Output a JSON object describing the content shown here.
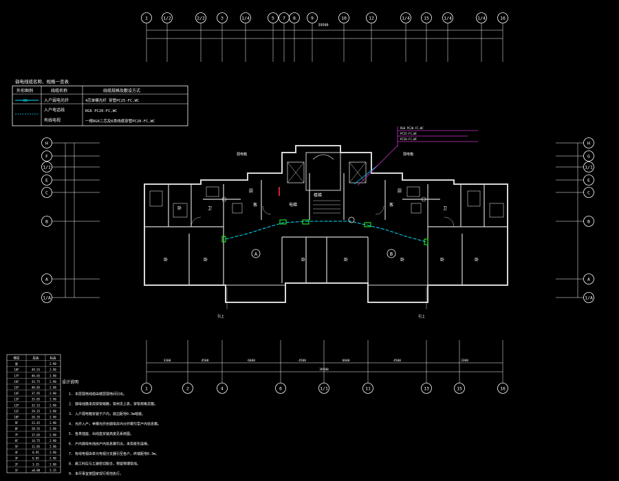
{
  "colors": {
    "background": "#000000",
    "line": "#ffffff",
    "wall": "#d8d8d8",
    "cyan": "#00e5ff",
    "green": "#22dd22",
    "magenta": "#cc33cc",
    "red": "#ff3333",
    "grey": "#9a9a9a"
  },
  "grid": {
    "top_axes": [
      "1",
      "1/2",
      "2/2",
      "3",
      "1/4",
      "5",
      "7",
      "8",
      "9",
      "10",
      "12",
      "1/4",
      "15",
      "1/4",
      "1/4",
      "16"
    ],
    "top_dimension_total": "39500",
    "bottom_axes": [
      "1",
      "2",
      "4",
      "6",
      "1/1",
      "11",
      "13",
      "15",
      "16"
    ],
    "bottom_segments": [
      "3300",
      "4500",
      "6600",
      "4500",
      "6600",
      "4500",
      "3300"
    ],
    "bottom_total": "39500",
    "left_axes": [
      "H",
      "F",
      "1/1",
      "E",
      "C",
      "B",
      "A",
      "1/A"
    ],
    "right_axes": [
      "H",
      "G",
      "1/1",
      "E",
      "C",
      "B",
      "A",
      "1/A"
    ]
  },
  "legend": {
    "title": "弱电线缆名称、规格一览表",
    "headers": [
      "外形图例",
      "线缆名称",
      "线缆规格及敷设方式"
    ],
    "rows": [
      {
        "symbol": "DD",
        "name": "入户弱电光纤",
        "spec": "4芯单模光纤 穿管PC25-FC,WC"
      },
      {
        "symbol": "",
        "name": "入户电话线",
        "spec": "RG6 PC20-FC,WC"
      },
      {
        "symbol": "",
        "name": "有线电视",
        "spec": "一根RG6二芯及6类线缆穿管PC20-FC,WC"
      }
    ]
  },
  "plan": {
    "unit_a": "A",
    "unit_b": "B",
    "room_labels": [
      "卧",
      "卧",
      "客",
      "卧",
      "卧",
      "卧",
      "卧",
      "客",
      "卧",
      "卧",
      "厨",
      "厨",
      "卫",
      "卫",
      "电梯",
      "楼梯"
    ],
    "annotations": [
      "弱电箱",
      "弱电箱",
      "引上",
      "引上"
    ]
  },
  "floor_table": {
    "headers": [
      "楼层",
      "层高",
      "标高"
    ],
    "rows": [
      [
        "屋",
        "",
        "2.90"
      ],
      [
        "18F",
        "49.55",
        "2.90"
      ],
      [
        "17F",
        "46.65",
        "2.90"
      ],
      [
        "16F",
        "43.75",
        "2.90"
      ],
      [
        "15F",
        "40.85",
        "2.90"
      ],
      [
        "14F",
        "37.95",
        "2.90"
      ],
      [
        "13F",
        "35.05",
        "2.90"
      ],
      [
        "12F",
        "32.15",
        "2.90"
      ],
      [
        "11F",
        "29.25",
        "2.90"
      ],
      [
        "10F",
        "26.35",
        "2.90"
      ],
      [
        "9F",
        "23.45",
        "2.90"
      ],
      [
        "8F",
        "20.55",
        "2.90"
      ],
      [
        "7F",
        "17.65",
        "2.90"
      ],
      [
        "6F",
        "14.75",
        "2.90"
      ],
      [
        "5F",
        "11.85",
        "2.90"
      ],
      [
        "4F",
        "8.95",
        "2.90"
      ],
      [
        "3F",
        "6.05",
        "2.90"
      ],
      [
        "2F",
        "3.15",
        "2.90"
      ],
      [
        "1F",
        "±0.00",
        "3.15"
      ]
    ]
  },
  "notes": {
    "title": "设计说明",
    "items": [
      "1. 本层弱电线缆由楼层弱电间引出。",
      "2. 弱电线路采用穿管暗敷，管材见上表，穿管规格见图。",
      "3. 入户弱电箱安装于户内，底边距地0.3m暗装。",
      "4. 光纤入户，单模光纤由弱电井内分纤箱引至户内信息箱。",
      "5. 各类插座、出线盒安装高度见系统图。",
      "6. 户内弱电布线由户内信息箱引出，采用星形连接。",
      "7. 有线电视由单元电视分支器引至各户，终端距地0.3m。",
      "8. 施工时应与土建密切配合，预留预埋管线。",
      "9. 未尽事宜按国家现行规范执行。"
    ]
  }
}
